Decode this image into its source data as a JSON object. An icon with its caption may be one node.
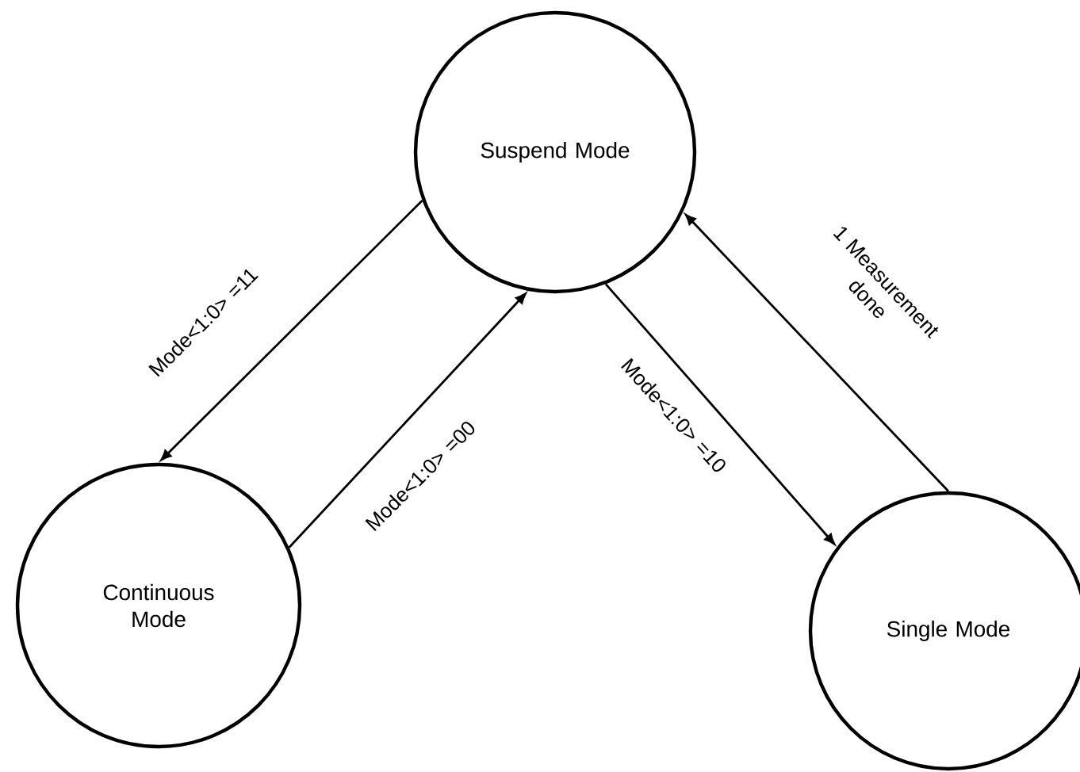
{
  "diagram": {
    "nodes": [
      {
        "text": [
          "Suspend Mode"
        ]
      },
      {
        "text": [
          "Continuous Mode"
        ]
      },
      {
        "text": [
          "Single Mode"
        ]
      }
    ],
    "edges": [
      {
        "from": 0,
        "to": 1,
        "arrow": "to",
        "label": "Mode<1:0> =11"
      },
      {
        "from": 1,
        "to": 0,
        "arrow": "to",
        "label": "Mode<1:0> =00"
      },
      {
        "from": 0,
        "to": 2,
        "arrow": "to",
        "label": "Mode<1:0> =10"
      },
      {
        "from": 2,
        "to": 0,
        "arrow": "to",
        "label": "1 Measurement done"
      }
    ]
  }
}
